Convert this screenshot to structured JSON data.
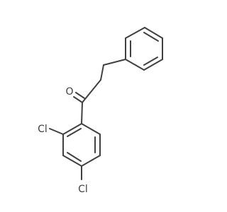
{
  "molecule": {
    "atom_labels": {
      "oxygen": "O",
      "chlorine_ortho": "Cl",
      "chlorine_para": "Cl"
    }
  }
}
